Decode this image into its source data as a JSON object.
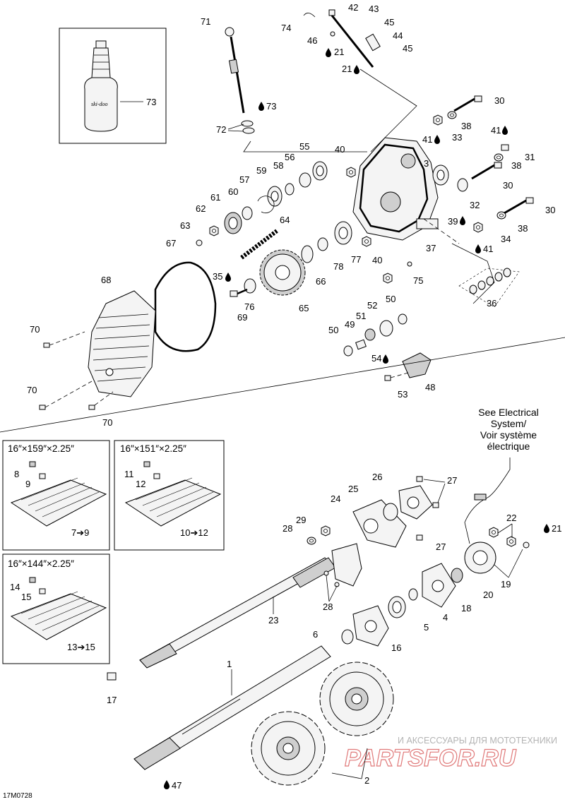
{
  "diagram_ref": "17M0728",
  "track_boxes": [
    {
      "title": "16″×159″×2.25″",
      "parts": [
        "8",
        "9",
        "7➔9"
      ]
    },
    {
      "title": "16″×151″×2.25″",
      "parts": [
        "11",
        "12",
        "10➔12"
      ]
    },
    {
      "title": "16″×144″×2.25″",
      "parts": [
        "14",
        "15",
        "13➔15"
      ]
    }
  ],
  "electrical_note": [
    "See Electrical",
    "System/",
    "Voir système",
    "électrique"
  ],
  "watermark": {
    "top_text": "И АКСЕССУАРЫ ДЛЯ МОТОТЕХНИКИ",
    "brand": "PARTSFOR.RU"
  },
  "callouts": {
    "c71": "71",
    "c42": "42",
    "c43": "43",
    "c74": "74",
    "c45a": "45",
    "c46": "46",
    "c44": "44",
    "c45b": "45",
    "c21a": "21",
    "c21b": "21",
    "c73a": "73",
    "c73b": "73",
    "c72": "72",
    "c30a": "30",
    "c38a": "38",
    "c33": "33",
    "c41a": "41",
    "c41b": "41",
    "c31": "31",
    "c38b": "38",
    "c30b": "30",
    "c3": "3",
    "c32": "32",
    "c30c": "30",
    "c40a": "40",
    "c55": "55",
    "c56": "56",
    "c58": "58",
    "c59": "59",
    "c57": "57",
    "c60": "60",
    "c61": "61",
    "c62": "62",
    "c63": "63",
    "c64": "64",
    "c67": "67",
    "c68": "68",
    "c39": "39",
    "c38c": "38",
    "c34": "34",
    "c41c": "41",
    "c37": "37",
    "c77": "77",
    "c78": "78",
    "c40b": "40",
    "c75": "75",
    "c35": "35",
    "c76": "76",
    "c66": "66",
    "c65": "65",
    "c69": "69",
    "c36": "36",
    "c50a": "50",
    "c52": "52",
    "c51": "51",
    "c49": "49",
    "c50b": "50",
    "c54": "54",
    "c48": "48",
    "c53": "53",
    "c70a": "70",
    "c70b": "70",
    "c70c": "70",
    "c26": "26",
    "c27a": "27",
    "c25": "25",
    "c24": "24",
    "c29": "29",
    "c28a": "28",
    "c27b": "27",
    "c22": "22",
    "c21c": "21",
    "c19": "19",
    "c20": "20",
    "c18": "18",
    "c4": "4",
    "c5": "5",
    "c28b": "28",
    "c23": "23",
    "c6": "6",
    "c16": "16",
    "c1": "1",
    "c17": "17",
    "c2": "2",
    "c47": "47"
  }
}
